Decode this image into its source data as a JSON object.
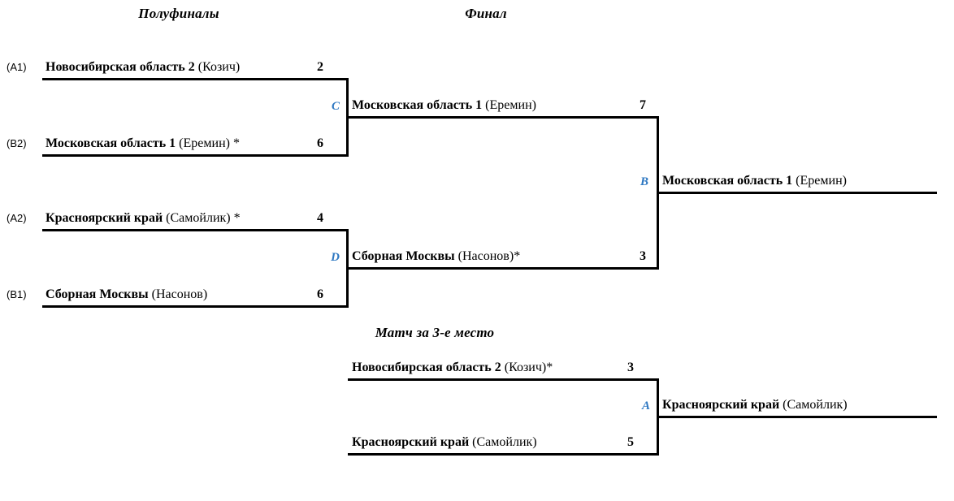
{
  "headers": {
    "semifinals": "Полуфиналы",
    "final": "Финал",
    "third_place": "Матч за 3-е место"
  },
  "colors": {
    "line": "#000000",
    "match_label_blue": "#2E78C2",
    "text": "#000000",
    "background": "#ffffff"
  },
  "bracket": {
    "semifinal_1": {
      "match_label": "C",
      "top": {
        "seed": "(A1)",
        "team": "Новосибирская область 2",
        "coach": "(Козич)",
        "score": "2"
      },
      "bottom": {
        "seed": "(B2)",
        "team": "Московская область 1",
        "coach": "(Еремин) *",
        "score": "6"
      }
    },
    "semifinal_2": {
      "match_label": "D",
      "top": {
        "seed": "(A2)",
        "team": "Красноярский край",
        "coach": "(Самойлик) *",
        "score": "4"
      },
      "bottom": {
        "seed": "(B1)",
        "team": "Сборная Москвы",
        "coach": "(Насонов)",
        "score": "6"
      }
    },
    "final": {
      "match_label": "B",
      "top": {
        "team": "Московская область 1",
        "coach": "(Еремин)",
        "score": "7"
      },
      "bottom": {
        "team": "Сборная Москвы",
        "coach": "(Насонов)*",
        "score": "3"
      },
      "winner": {
        "team": "Московская область 1",
        "coach": "(Еремин)"
      }
    },
    "third_place": {
      "match_label": "A",
      "top": {
        "team": "Новосибирская область 2",
        "coach": "(Козич)*",
        "score": "3"
      },
      "bottom": {
        "team": "Красноярский край",
        "coach": "(Самойлик)",
        "score": "5"
      },
      "winner": {
        "team": "Красноярский край",
        "coach": "(Самойлик)"
      }
    }
  }
}
